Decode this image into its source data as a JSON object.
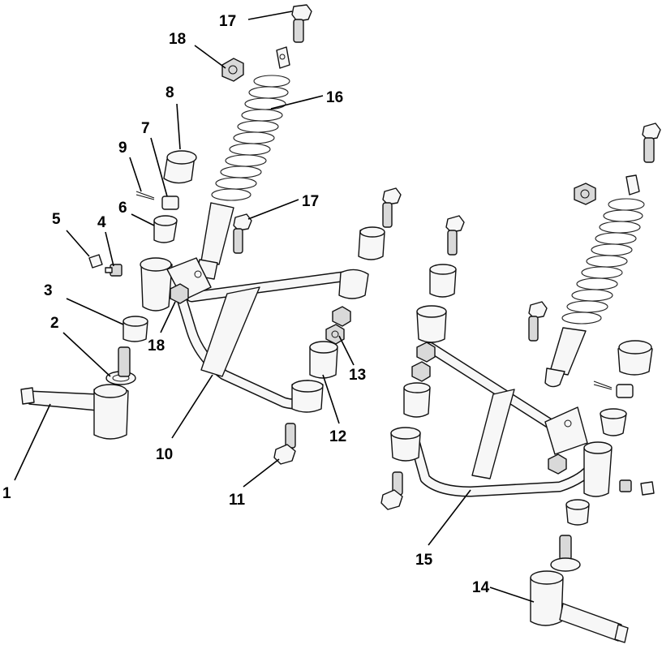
{
  "callouts": [
    {
      "id": "c1",
      "label": "1"
    },
    {
      "id": "c2",
      "label": "2"
    },
    {
      "id": "c3",
      "label": "3"
    },
    {
      "id": "c4",
      "label": "4"
    },
    {
      "id": "c5",
      "label": "5"
    },
    {
      "id": "c6",
      "label": "6"
    },
    {
      "id": "c7",
      "label": "7"
    },
    {
      "id": "c8",
      "label": "8"
    },
    {
      "id": "c9",
      "label": "9"
    },
    {
      "id": "c10",
      "label": "10"
    },
    {
      "id": "c11",
      "label": "11"
    },
    {
      "id": "c12",
      "label": "12"
    },
    {
      "id": "c13",
      "label": "13"
    },
    {
      "id": "c14",
      "label": "14"
    },
    {
      "id": "c15",
      "label": "15"
    },
    {
      "id": "c16",
      "label": "16"
    },
    {
      "id": "c17a",
      "label": "17"
    },
    {
      "id": "c17b",
      "label": "17"
    },
    {
      "id": "c18a",
      "label": "18"
    },
    {
      "id": "c18b",
      "label": "18"
    }
  ]
}
